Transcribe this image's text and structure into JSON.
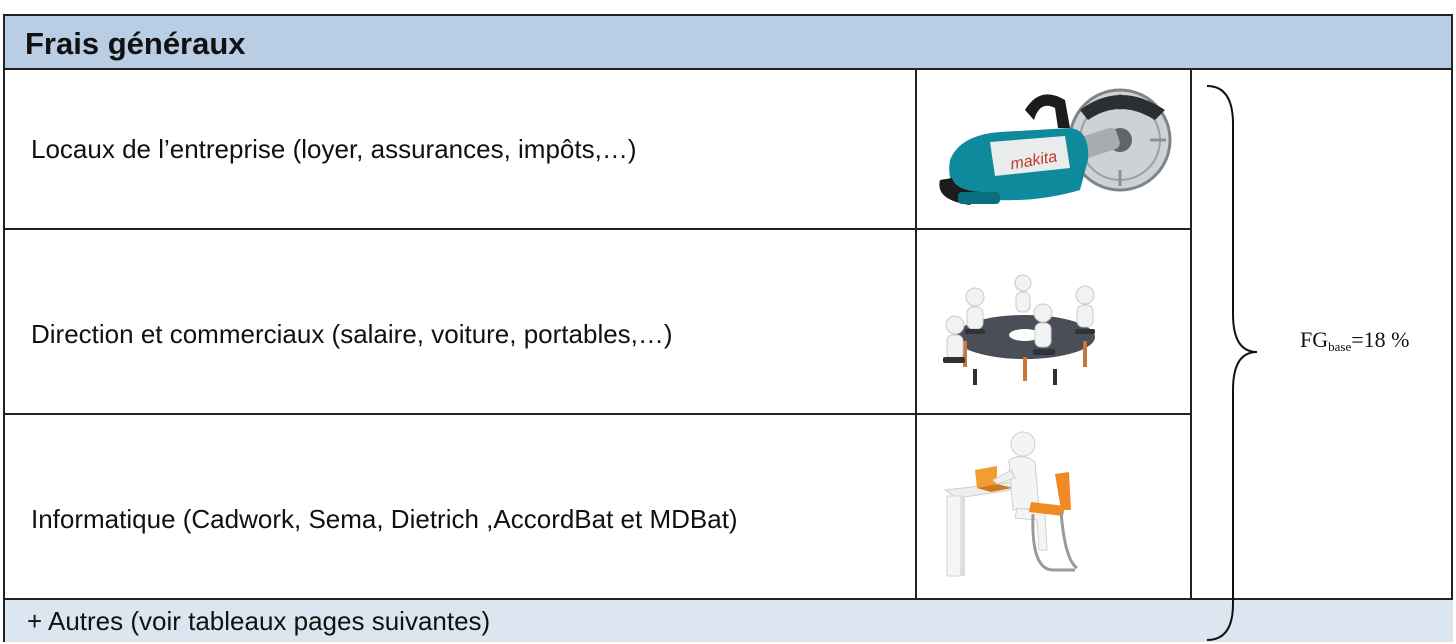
{
  "header": {
    "title": "Frais généraux"
  },
  "rows": [
    {
      "label": "Locaux de l’entreprise (loyer, assurances, impôts,…)",
      "image": "cut-off-saw-image"
    },
    {
      "label": "Direction et commerciaux (salaire, voiture, portables,…)",
      "image": "meeting-table-image"
    },
    {
      "label": "Informatique (Cadwork, Sema, Dietrich ,AccordBat et MDBat)",
      "image": "computer-desk-image"
    }
  ],
  "footer": {
    "label": "+ Autres (voir tableaux pages suivantes)"
  },
  "summary": {
    "prefix": "FG",
    "subscript": "base",
    "suffix": "=18 %"
  },
  "saw_brand": "makita"
}
